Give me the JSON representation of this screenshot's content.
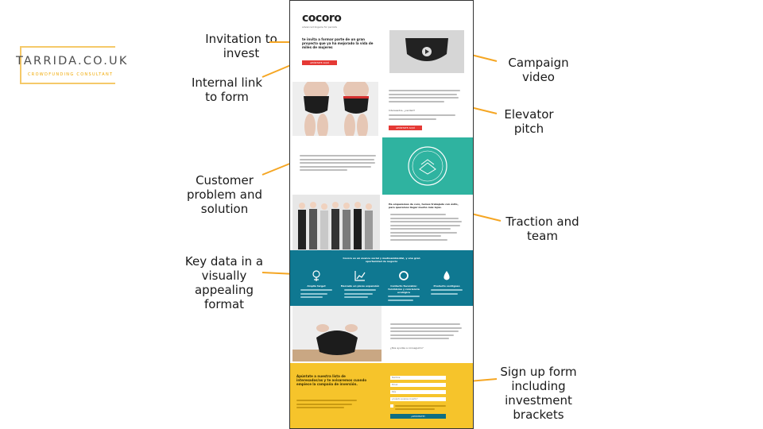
{
  "logo": {
    "title": "TARRIDA.CO.UK",
    "subtitle": "CROWDFUNDING CONSULTANT",
    "accent": "#f5c969"
  },
  "annotations": {
    "invitation": "Invitation to\ninvest",
    "internal_link": "Internal link\nto form",
    "customer_problem": "Customer\nproblem and\nsolution",
    "key_data": "Key data in a\nvisually\nappealing\nformat",
    "campaign_video": "Campaign\nvideo",
    "elevator_pitch": "Elevator\npitch",
    "traction_team": "Traction and\nteam",
    "signup_form": "Sign up form\nincluding\ninvestment\nbrackets",
    "arrow_color": "#f5a623"
  },
  "mock": {
    "brand": "cocoro",
    "tagline": "advanced lingerie for periods",
    "invite_headline": "te invita a formar parte de un gran proyecto que ya ha mejorado la vida de miles de mujeres",
    "invite_button": "APÚNTATE AQUÍ",
    "pitch_button": "APÚNTATE AQUÍ",
    "pitch_question": "Interesadxs, ¿verdad?",
    "traction_headline": "Ha empezamos de cero, hemos trabajado con éxito, para queremos llegar mucho más lejos.",
    "keydata_headline": "Cocoro es un avance social y medioambiental, y una gran oportunidad de negocio",
    "keydata": [
      {
        "title": "Amplio target",
        "icon": "female-icon"
      },
      {
        "title": "Mercado en pleno expansión",
        "icon": "growth-chart-icon"
      },
      {
        "title": "Contacto favorable: feminismo y conciencia ecológica",
        "icon": "circle-icon"
      },
      {
        "title": "Producto verdigoso",
        "icon": "drop-icon"
      }
    ],
    "help_question": "¿Nos ayudas a conseguirlo?",
    "form_headline": "Apúntate a nuestra lista de interesados/as y te avisaremos cuando empiece la campaña de inversión.",
    "form_fields": [
      "Nombre",
      "Email",
      "País",
      "¿Cuánto quieres invertir?"
    ],
    "form_button": "¡APÚNTATE!",
    "colors": {
      "teal": "#2fb3a0",
      "petrol": "#0f7891",
      "form_bg": "#f6c42b",
      "red": "#e53935"
    }
  }
}
